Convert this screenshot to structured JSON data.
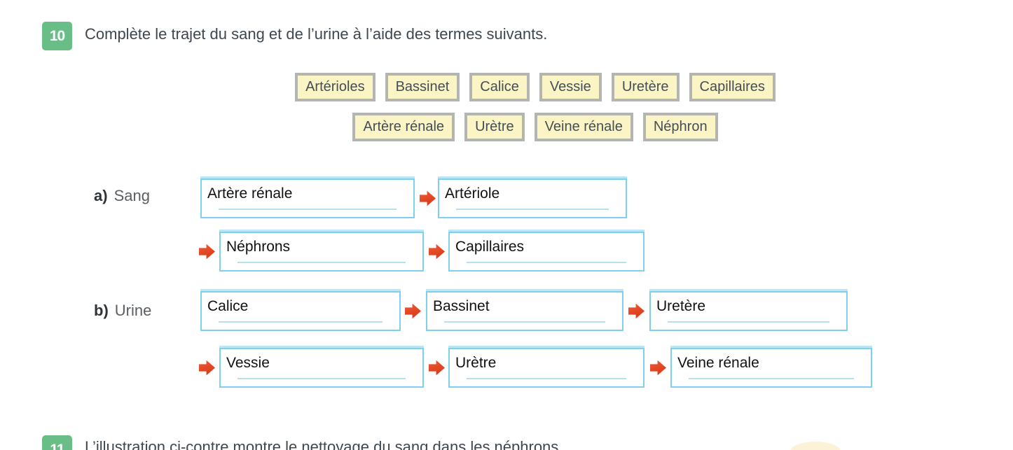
{
  "colors": {
    "badge_green": "#69bd87",
    "chip_background": "#fbf4c5",
    "chip_border": "#b3b5b0",
    "answer_box_border": "#7ed0ec",
    "arrow_red": "#e0421f",
    "text_dark": "#3e4750"
  },
  "q10": {
    "number": "10",
    "instruction": "Complète le trajet du sang et de l’urine à l’aide des termes suivants.",
    "terms_row1": [
      "Artérioles",
      "Bassinet",
      "Calice",
      "Vessie",
      "Uretère",
      "Capillaires"
    ],
    "terms_row2": [
      "Artère rénale",
      "Urètre",
      "Veine rénale",
      "Néphron"
    ],
    "parts": [
      {
        "letter": "a)",
        "name": "Sang",
        "answers": [
          "Artère rénale",
          "Artériole",
          "Néphrons",
          "Capillaires"
        ]
      },
      {
        "letter": "b)",
        "name": "Urine",
        "answers": [
          "Calice",
          "Bassinet",
          "Uretère",
          "Vessie",
          "Urètre",
          "Veine rénale"
        ]
      }
    ]
  },
  "q11": {
    "number": "11",
    "instruction": "L’illustration ci-contre montre le nettoyage du sang dans les néphrons."
  }
}
